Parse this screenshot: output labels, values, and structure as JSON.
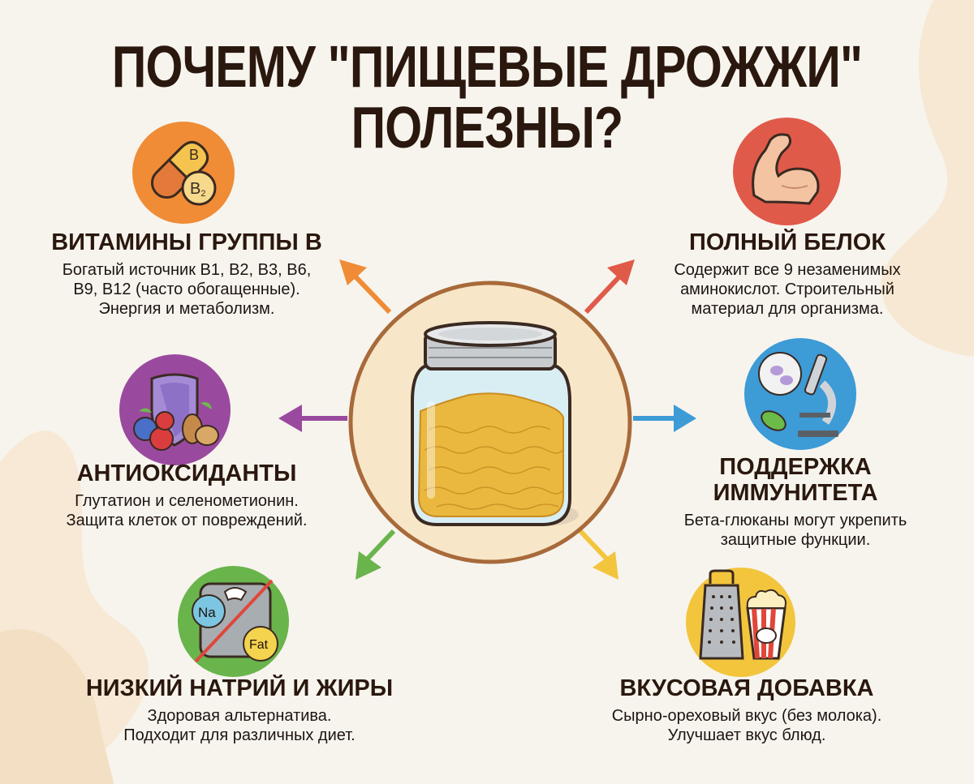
{
  "title": {
    "line1": "ПОЧЕМУ \"ПИЩЕВЫЕ ДРОЖЖИ\"",
    "line2": "ПОЛЕЗНЫ?"
  },
  "center": {
    "icon": "nutritional-yeast-jar-icon"
  },
  "benefits": [
    {
      "id": "vitamins-b",
      "heading": "ВИТАМИНЫ ГРУППЫ B",
      "lines": [
        "Богатый источник B1, B2, B3, B6,",
        "B9, B12 (часто обогащенные).",
        "Энергия и метаболизм."
      ],
      "icon": "vitamin-capsule-icon",
      "icon_labels": [
        "B",
        "B2"
      ],
      "color": "#ef8c35"
    },
    {
      "id": "complete-protein",
      "heading": "ПОЛНЫЙ БЕЛОК",
      "lines": [
        "Содержит все 9 незаменимых",
        "аминокислот. Строительный",
        "материал для организма."
      ],
      "icon": "flexed-bicep-icon",
      "color": "#e05a4a"
    },
    {
      "id": "antioxidants",
      "heading": "АНТИОКСИДАНТЫ",
      "lines": [
        "Глутатион и селенометионин.",
        "Защита клеток от повреждений."
      ],
      "icon": "shield-berries-nuts-icon",
      "color": "#9a4a9e"
    },
    {
      "id": "immunity",
      "heading_lines": [
        "ПОДДЕРЖКА",
        "ИММУНИТЕТА"
      ],
      "lines": [
        "Бета-глюканы могут укрепить",
        "защитные функции."
      ],
      "icon": "microscope-cell-icon",
      "color": "#3d9bd6"
    },
    {
      "id": "low-sodium-fat",
      "heading": "НИЗКИЙ НАТРИЙ И ЖИРЫ",
      "lines": [
        "Здоровая альтернатива.",
        "Подходит для различных диет."
      ],
      "icon": "scale-crossed-icon",
      "icon_labels": [
        "Na",
        "Fat"
      ],
      "color": "#6ab44c"
    },
    {
      "id": "flavor",
      "heading": "ВКУСОВАЯ ДОБАВКА",
      "lines": [
        "Сырно-ореховый вкус (без молока).",
        "Улучшает вкус блюд."
      ],
      "icon": "grater-popcorn-icon",
      "color": "#f2c53d"
    }
  ],
  "colors": {
    "background": "#f7f4ee",
    "background_blob": "#f6e8d2",
    "center_fill": "#f8e6c8",
    "center_ring": "#a86a3a",
    "title_text": "#2a180f"
  }
}
